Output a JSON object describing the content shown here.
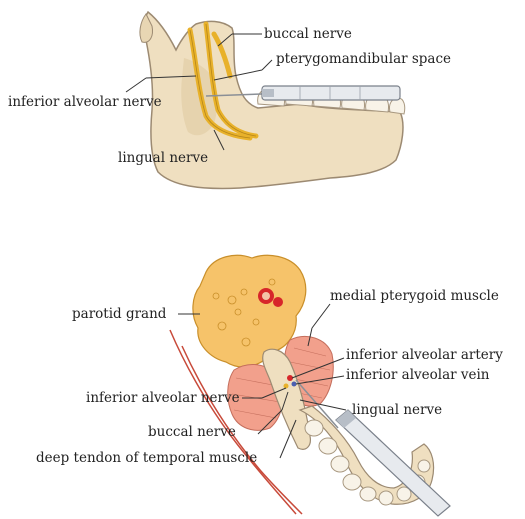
{
  "top_panel": {
    "labels": {
      "buccal_nerve": "buccal nerve",
      "pterygomandibular_space": "pterygomandibular space",
      "inferior_alveolar_nerve": "inferior alveolar nerve",
      "lingual_nerve": "lingual nerve"
    }
  },
  "bottom_panel": {
    "labels": {
      "parotid_grand": "parotid grand",
      "medial_pterygoid_muscle": "medial pterygoid muscle",
      "inferior_alveolar_artery": "inferior alveolar artery",
      "inferior_alveolar_vein": "inferior alveolar vein",
      "inferior_alveolar_nerve": "inferior alveolar nerve",
      "lingual_nerve": "lingual nerve",
      "buccal_nerve": "buccal nerve",
      "deep_tendon": "deep tendon of temporal muscle"
    }
  },
  "colors": {
    "bone": "#efdfc0",
    "bone_outline": "#9c8a72",
    "nerve": "#e8b12a",
    "muscle": "#f2a08c",
    "gland": "#f6c36a",
    "vessel": "#d7262a",
    "syringe": "#d9dde3"
  }
}
